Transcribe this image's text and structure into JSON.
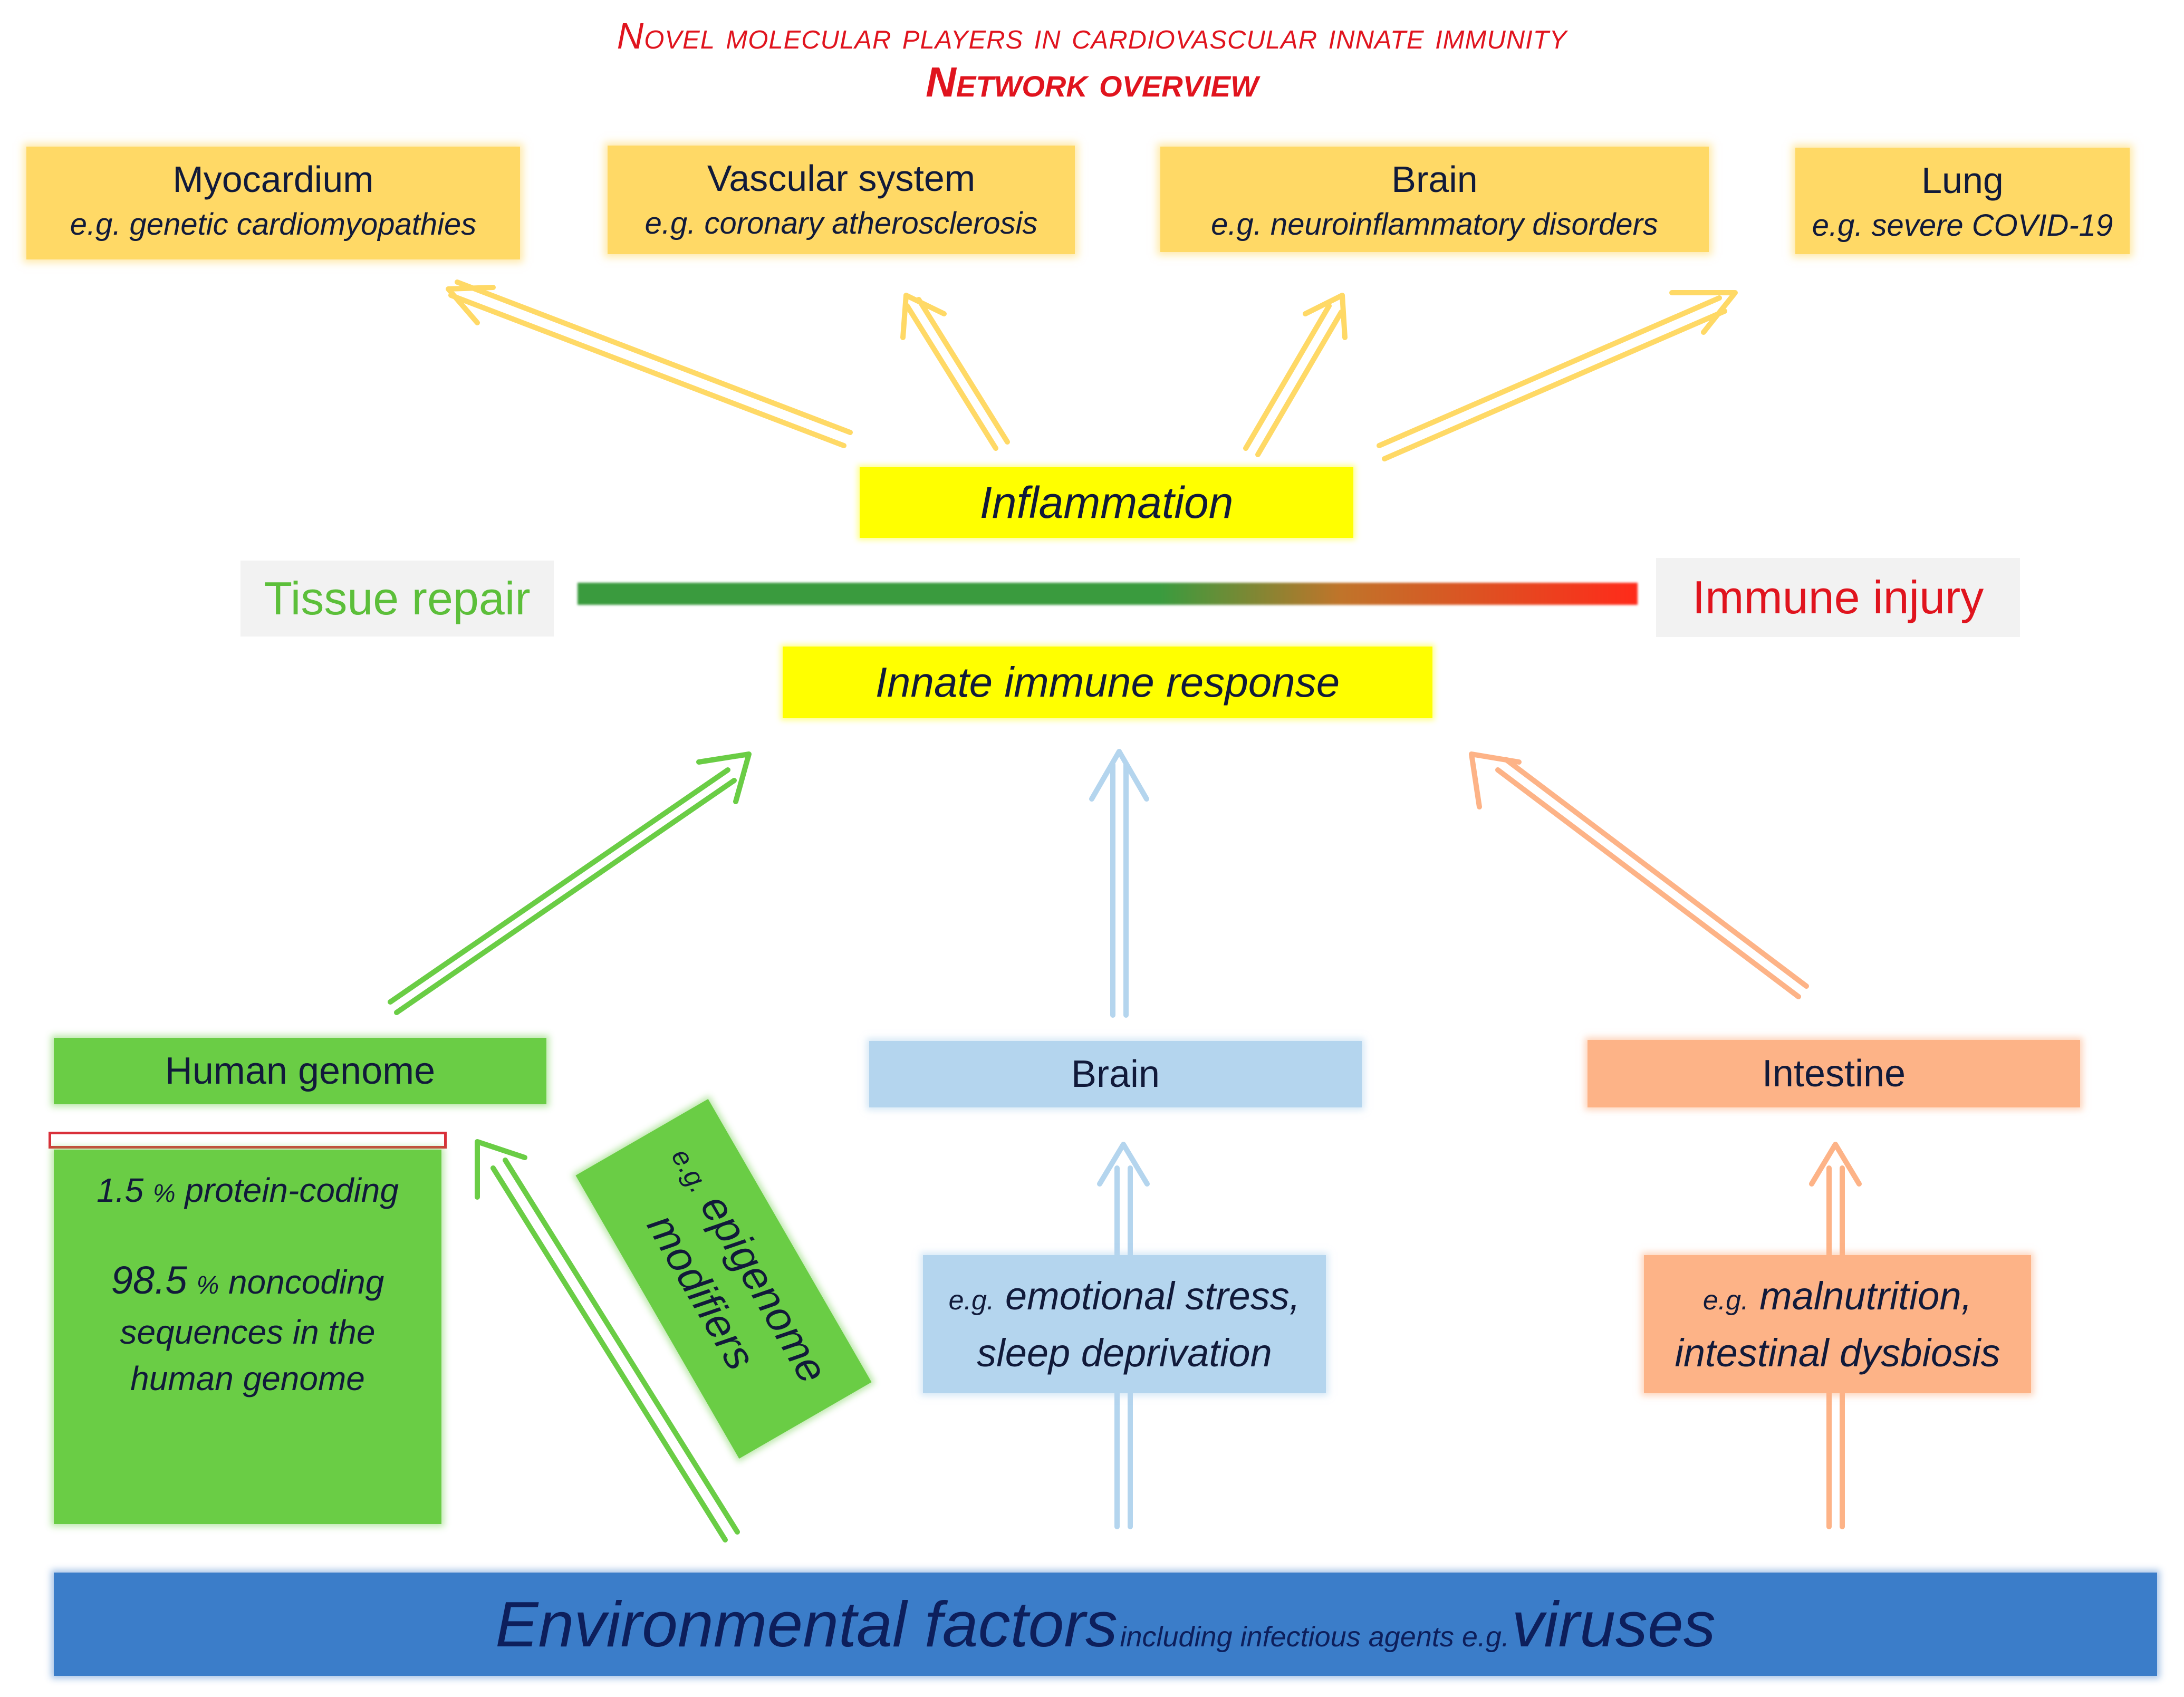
{
  "title": {
    "line1": "Novel molecular players in cardiovascular innate immunity",
    "line2": "Network overview"
  },
  "organs": [
    {
      "name": "Myocardium",
      "example": "e.g. genetic cardiomyopathies"
    },
    {
      "name": "Vascular system",
      "example": "e.g. coronary atherosclerosis"
    },
    {
      "name": "Brain",
      "example": "e.g. neuroinflammatory disorders"
    },
    {
      "name": "Lung",
      "example": "e.g. severe COVID-19"
    }
  ],
  "inflammation": "Inflammation",
  "spectrum": {
    "left": "Tissue repair",
    "right": "Immune injury",
    "left_color": "#5cbf3a",
    "right_color": "#e0141e"
  },
  "innate": "Innate immune response",
  "sources": [
    {
      "name": "Human genome",
      "color": "#6acd45"
    },
    {
      "name": "Brain",
      "color": "#b4d5ee"
    },
    {
      "name": "Intestine",
      "color": "#fdb387"
    }
  ],
  "genome_detail": {
    "coding_pct": "1.5",
    "pct_sign": "%",
    "coding_text": "protein-coding",
    "noncoding_pct": "98.5",
    "noncoding_line1": "noncoding",
    "noncoding_line2": "sequences in the",
    "noncoding_line3": "human genome"
  },
  "epigenome": {
    "eg": "e.g.",
    "line1": "epigenome",
    "line2": "modifiers"
  },
  "brain_factor": {
    "eg": "e.g.",
    "line1": "emotional stress,",
    "line2": "sleep deprivation"
  },
  "intestine_factor": {
    "eg": "e.g.",
    "line1": "malnutrition,",
    "line2": "intestinal dysbiosis"
  },
  "environment": {
    "main": "Environmental factors",
    "sub": "including infectious agents e.g.",
    "end": "viruses",
    "color": "#3b7dc9"
  },
  "arrow_colors": {
    "yellow": "#ffd966",
    "green": "#6acd45",
    "blue": "#b4d5ee",
    "orange": "#fdb387"
  }
}
